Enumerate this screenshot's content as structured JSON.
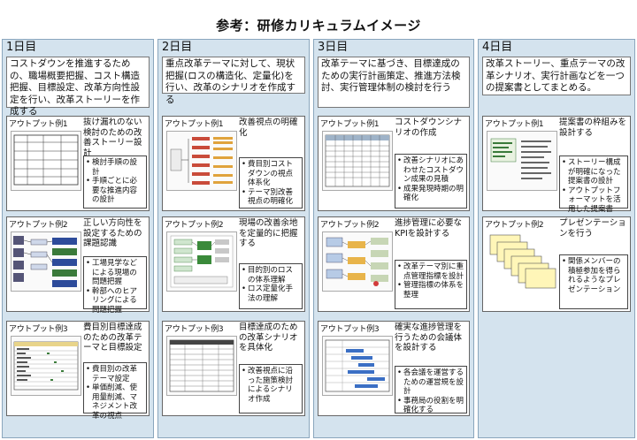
{
  "title": "参考：研修カリキュラムイメージ",
  "columns": [
    {
      "day": "1日目",
      "desc": "コストダウンを推進するための、職場概要把握、コスト構造把握、目標設定、改革方向性設定を行い、改革ストーリーを作成する",
      "cards": [
        {
          "label": "アウトプット例1",
          "title": "抜け漏れのない検討のための改善ストーリー設計",
          "points": [
            "検討手順の設計",
            "手順ごとに必要な推進内容の設計"
          ]
        },
        {
          "label": "アウトプット例2",
          "title": "正しい方向性を設定するための課題認識",
          "points": [
            "工場見学などによる現場の問題把握",
            "幹部へのヒアリングによる問題把握"
          ]
        },
        {
          "label": "アウトプット例3",
          "title": "費目別目標達成のための改革テーマと目標設定",
          "points": [
            "費目別の改革テーマ設定",
            "単価削減、使用量削減、マネジメント改革の視点"
          ]
        }
      ]
    },
    {
      "day": "2日目",
      "desc": "重点改革テーマに対して、現状把握(ロスの構造化、定量化)を行い、改革のシナリオを作成する",
      "cards": [
        {
          "label": "アウトプット例1",
          "title": "改善視点の明確化",
          "points": [
            "費目別コストダウンの視点体系化",
            "テーマ別改善視点の明確化"
          ]
        },
        {
          "label": "アウトプット例2",
          "title": "現場の改善余地を定量的に把握する",
          "points": [
            "目的別のロスの体系理解",
            "ロス定量化手法の理解"
          ]
        },
        {
          "label": "アウトプット例3",
          "title": "目標達成のための改革シナリオを具体化",
          "points": [
            "改善視点に沿った施策検討によるシナリオ作成"
          ]
        }
      ]
    },
    {
      "day": "3日目",
      "desc": "改革テーマに基づき、目標達成のための実行計画策定、推進方法検討、実行管理体制の検討を行う",
      "cards": [
        {
          "label": "アウトプット例1",
          "title": "コストダウンシナリオの作成",
          "points": [
            "改善シナリオにあわせたコストダウン成果の見積",
            "成果発現時期の明確化"
          ]
        },
        {
          "label": "アウトプット例2",
          "title": "進捗管理に必要なKPIを設計する",
          "points": [
            "改革テーマ別に重点管理指標を設計",
            "管理指標の体系を整理"
          ]
        },
        {
          "label": "アウトプット例3",
          "title": "確実な進捗管理を行うための会議体を設計する",
          "points": [
            "各会議を運営するための運営規を設計",
            "事務局の役割を明確化する"
          ]
        }
      ]
    },
    {
      "day": "4日目",
      "desc": "改革ストーリー、重点テーマの改革シナリオ、実行計画などを一つの提案書としてまとめる。",
      "cards": [
        {
          "label": "アウトプット例1",
          "title": "提案書の枠組みを設計する",
          "points": [
            "ストーリー構成が明確になった提案書の設計",
            "アウトプットフォーマットを活用した提案書"
          ]
        },
        {
          "label": "アウトプット例2",
          "title": "プレゼンテーションを行う",
          "points": [
            "関係メンバーの積極参加を得られるようなプレゼンテーション"
          ]
        }
      ]
    }
  ]
}
